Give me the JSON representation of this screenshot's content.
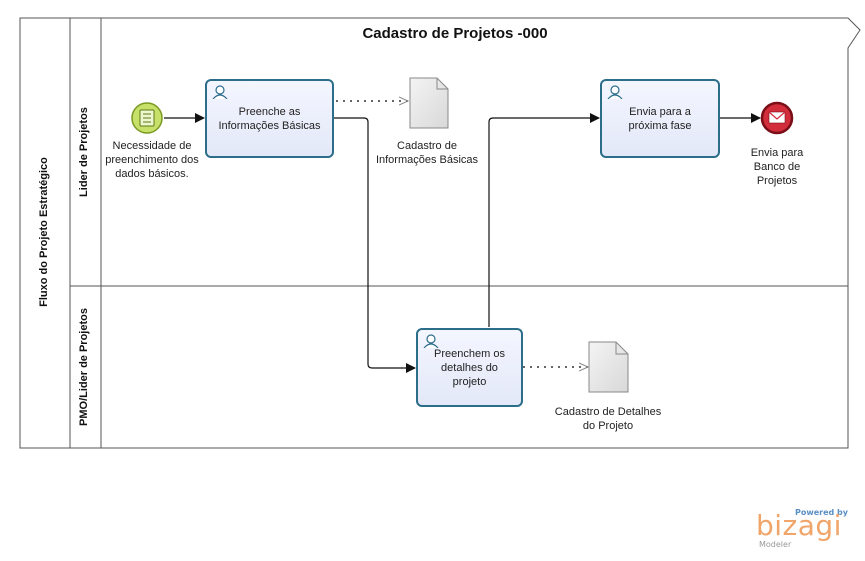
{
  "pool": {
    "title": "Cadastro de Projetos -000",
    "label": "Fluxo do Projeto Estratégico"
  },
  "lanes": [
    {
      "label": "Lider de Projetos"
    },
    {
      "label": "PMO/Lider de Projetos"
    }
  ],
  "start_event": {
    "label": "Necessidade de preenchimento dos dados básicos."
  },
  "tasks": [
    {
      "label": "Preenche as Informações Básicas"
    },
    {
      "label": "Envia para a próxima fase"
    },
    {
      "label": "Preenchem os detalhes do projeto"
    }
  ],
  "data_objects": [
    {
      "label": "Cadastro de Informações Básicas"
    },
    {
      "label": "Cadastro de Detalhes do Projeto"
    }
  ],
  "end_event": {
    "label": "Envia para Banco de Projetos"
  },
  "branding": {
    "powered_by": "Powered by",
    "name": "bizagi",
    "product": "Modeler"
  },
  "colors": {
    "task_border": "#2c6d8a",
    "start_fill": "#c7e06a",
    "end_fill": "#d22d3a"
  }
}
